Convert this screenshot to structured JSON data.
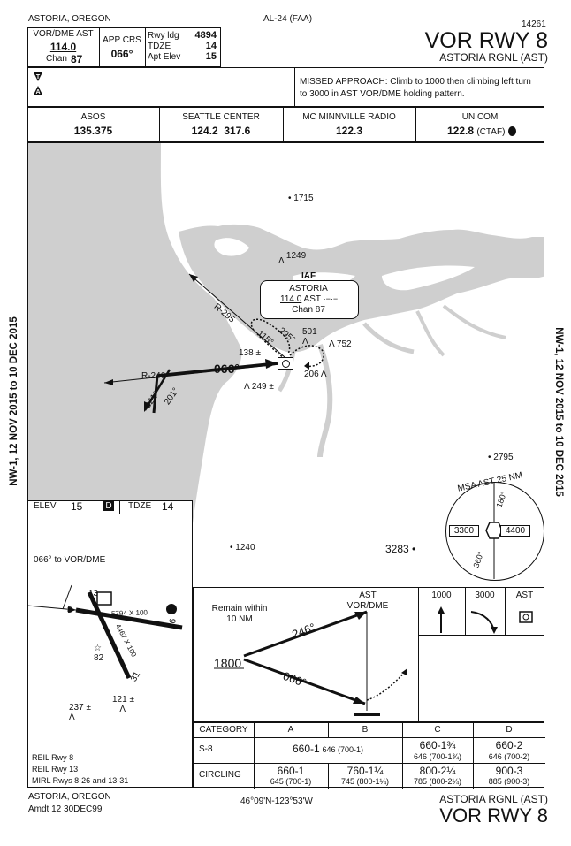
{
  "header": {
    "location_top": "ASTORIA, OREGON",
    "source": "AL-24 (FAA)",
    "chart_number": "14261",
    "title": "VOR RWY 8",
    "airport": "ASTORIA RGNL (AST)",
    "navaid_label": "VOR/DME AST",
    "navaid_freq": "114.0",
    "chan_label": "Chan",
    "chan_value": "87",
    "app_crs_label": "APP CRS",
    "app_crs_value": "066°",
    "rwy_ldg_label": "Rwy ldg",
    "rwy_ldg_value": "4894",
    "tdze_label": "TDZE",
    "tdze_value": "14",
    "apt_elev_label": "Apt Elev",
    "apt_elev_value": "15"
  },
  "missed_approach": "MISSED APPROACH: Climb to 1000 then climbing left turn to 3000 in AST VOR/DME holding pattern.",
  "comms": [
    {
      "name": "ASOS",
      "freq": "135.375"
    },
    {
      "name": "SEATTLE CENTER",
      "freq": "124.2  317.6"
    },
    {
      "name": "MC MINNVILLE RADIO",
      "freq": "122.3"
    },
    {
      "name": "UNICOM",
      "freq": "122.8",
      "suffix": "(CTAF)"
    }
  ],
  "side_label": "NW-1, 12 NOV 2015 to 10 DEC 2015",
  "plan": {
    "iaf": "IAF",
    "fix_name": "ASTORIA",
    "fix_freq": "114.0",
    "fix_ident": "AST",
    "fix_chan": "Chan 87",
    "elev_1715": "1715",
    "elev_1249": "1249",
    "elev_501": "501",
    "elev_752": "752",
    "elev_206": "206",
    "elev_138": "138",
    "elev_249": "249",
    "elev_2795": "2795",
    "elev_3283": "3283",
    "elev_1240": "1240",
    "radial_295": "R-295",
    "radial_246": "R-246",
    "crs_066": "066°",
    "crs_021": "021°",
    "crs_201": "201°",
    "hold_115": "115°",
    "hold_295": "295°",
    "msa_title": "MSA AST 25 NM",
    "msa_180": "180°",
    "msa_360": "360°",
    "msa_west": "3300",
    "msa_east": "4400"
  },
  "airport_diagram": {
    "elev_label": "ELEV",
    "elev_value": "15",
    "d_label": "D",
    "tdze_label": "TDZE",
    "tdze_value": "14",
    "course_note": "066° to VOR/DME",
    "rwy_8": "8",
    "rwy_26": "26",
    "rwy_13": "13",
    "rwy_31": "31",
    "dims_1": "5794 X 100",
    "dims_2": "4467 X 100",
    "elev_82": "82",
    "elev_121": "121",
    "elev_237": "237",
    "lighting_1": "REIL Rwy 8",
    "lighting_2": "REIL Rwy 13",
    "lighting_3": "MIRL Rwys 8-26 and 13-31"
  },
  "profile": {
    "remain_note": "Remain within 10 NM",
    "fix": "AST VOR/DME",
    "alt_1800": "1800",
    "crs_out": "246°",
    "crs_in": "066°",
    "ma_1000": "1000",
    "ma_3000": "3000",
    "ma_ast": "AST"
  },
  "minimums": {
    "headers": [
      "CATEGORY",
      "A",
      "B",
      "C",
      "D"
    ],
    "s8_label": "S-8",
    "s8_ab_main": "660-1",
    "s8_ab_sub": "646 (700-1)",
    "s8_c_main": "660-1¾",
    "s8_c_sub": "646 (700-1¾)",
    "s8_d_main": "660-2",
    "s8_d_sub": "646 (700-2)",
    "circ_label": "CIRCLING",
    "circ_a_main": "660-1",
    "circ_a_sub": "645 (700-1)",
    "circ_b_main": "760-1¼",
    "circ_b_sub": "745 (800-1¼)",
    "circ_c_main": "800-2¼",
    "circ_c_sub": "785 (800-2¼)",
    "circ_d_main": "900-3",
    "circ_d_sub": "885 (900-3)"
  },
  "footer": {
    "location": "ASTORIA, OREGON",
    "amendment": "Amdt 12  30DEC99",
    "coords": "46°09'N-123°53'W",
    "airport": "ASTORIA RGNL (AST)",
    "title": "VOR RWY 8"
  }
}
